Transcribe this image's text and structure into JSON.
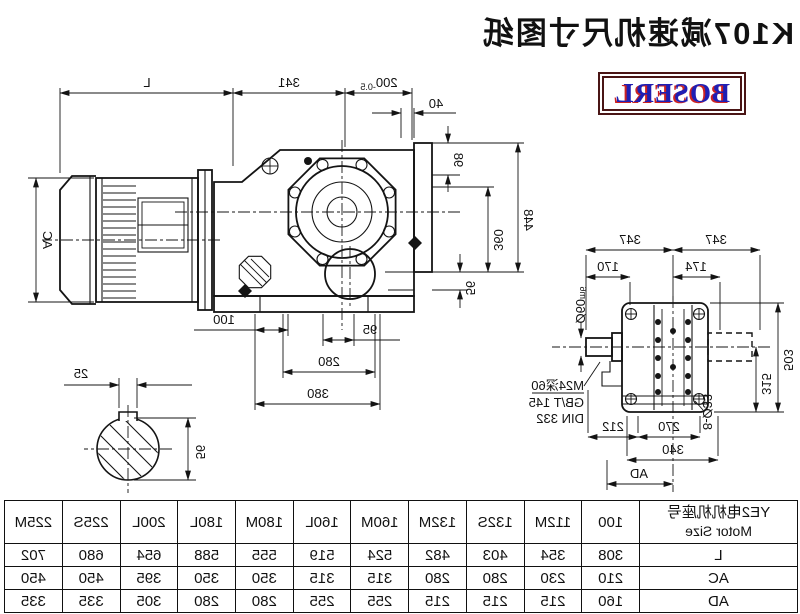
{
  "title": "K107减速机尺寸图纸",
  "logo": "BOSERL",
  "colors": {
    "line": "#141414",
    "logo_border": "#4a1515",
    "logo_text": "#1f1fb4",
    "logo_shadow": "#cc2222"
  },
  "fv": {
    "L": "L",
    "len341": "341",
    "len200": "200",
    "len200tol": "-0.5",
    "off40": "40",
    "step98": "98",
    "h448": "448",
    "h360": "360",
    "h56": "56",
    "b95": "95",
    "b100": "100",
    "b280": "280",
    "b380": "380",
    "AC": "AC"
  },
  "sd": {
    "key25": "25",
    "dia56": "56"
  },
  "sv": {
    "w347l": "347",
    "w347r": "347",
    "o174": "174",
    "o170": "170",
    "shaft": "Ø60",
    "shafttol": "m6",
    "h503": "503",
    "h315": "315",
    "f270": "270",
    "f212": "212",
    "f340": "340",
    "AD": "AD",
    "holes": "8-Ø33",
    "note1": "M24深60",
    "note2": "GB/T 145",
    "note3": "DIN 332"
  },
  "table": {
    "header_cn": "YE2电机机座号",
    "header_en": "Motor Size",
    "columns": [
      "100",
      "112M",
      "132S",
      "132M",
      "160M",
      "160L",
      "180M",
      "180L",
      "200L",
      "225S",
      "225M"
    ],
    "rows": [
      {
        "label": "L",
        "values": [
          "308",
          "354",
          "403",
          "482",
          "524",
          "519",
          "555",
          "588",
          "654",
          "680",
          "702"
        ]
      },
      {
        "label": "AC",
        "values": [
          "210",
          "230",
          "280",
          "280",
          "315",
          "315",
          "350",
          "350",
          "395",
          "450",
          "450"
        ]
      },
      {
        "label": "AD",
        "values": [
          "160",
          "215",
          "215",
          "215",
          "255",
          "255",
          "280",
          "280",
          "305",
          "335",
          "335"
        ]
      }
    ]
  }
}
